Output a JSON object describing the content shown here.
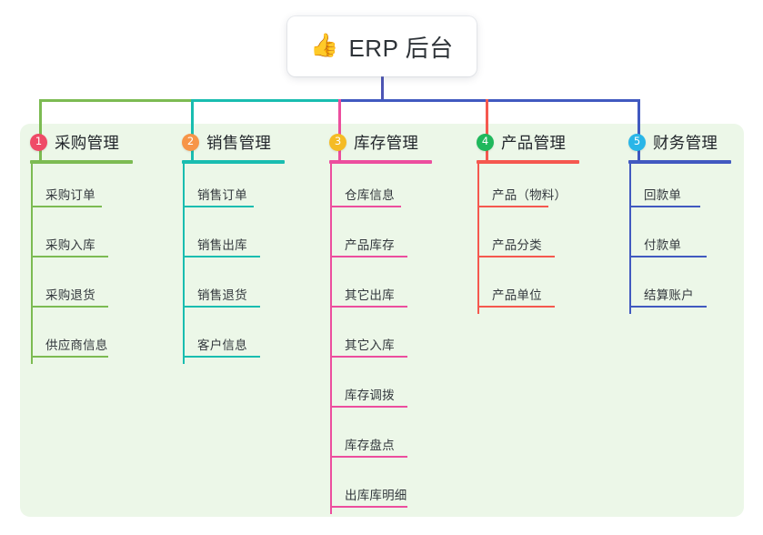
{
  "root": {
    "icon": "thumbs-up-emoji",
    "emoji": "👍",
    "title": "ERP 后台"
  },
  "canvas": {
    "panel_background": "#ecf7e8",
    "page_background": "#ffffff",
    "root_stem_color": "#4d55b5"
  },
  "columns": [
    {
      "index": "1",
      "title": "采购管理",
      "color": "#7cbb52",
      "badge_color": "#ef4b67",
      "connector_color": "#7cbb52",
      "items": [
        "采购订单",
        "采购入库",
        "采购退货",
        "供应商信息"
      ]
    },
    {
      "index": "2",
      "title": "销售管理",
      "color": "#19bdb0",
      "badge_color": "#f79548",
      "connector_color": "#19bdb0",
      "items": [
        "销售订单",
        "销售出库",
        "销售退货",
        "客户信息"
      ]
    },
    {
      "index": "3",
      "title": "库存管理",
      "color": "#ec4e9e",
      "badge_color": "#f5bb24",
      "connector_color": "#ec4e9e",
      "items": [
        "仓库信息",
        "产品库存",
        "其它出库",
        "其它入库",
        "库存调拨",
        "库存盘点",
        "出库库明细"
      ]
    },
    {
      "index": "4",
      "title": "产品管理",
      "color": "#f5584f",
      "badge_color": "#1fb85c",
      "connector_color": "#f5584f",
      "items": [
        "产品（物料）",
        "产品分类",
        "产品单位"
      ]
    },
    {
      "index": "5",
      "title": "财务管理",
      "color": "#4159c0",
      "badge_color": "#29b6e8",
      "connector_color": "#4159c0",
      "items": [
        "回款单",
        "付款单",
        "结算账户"
      ]
    }
  ]
}
